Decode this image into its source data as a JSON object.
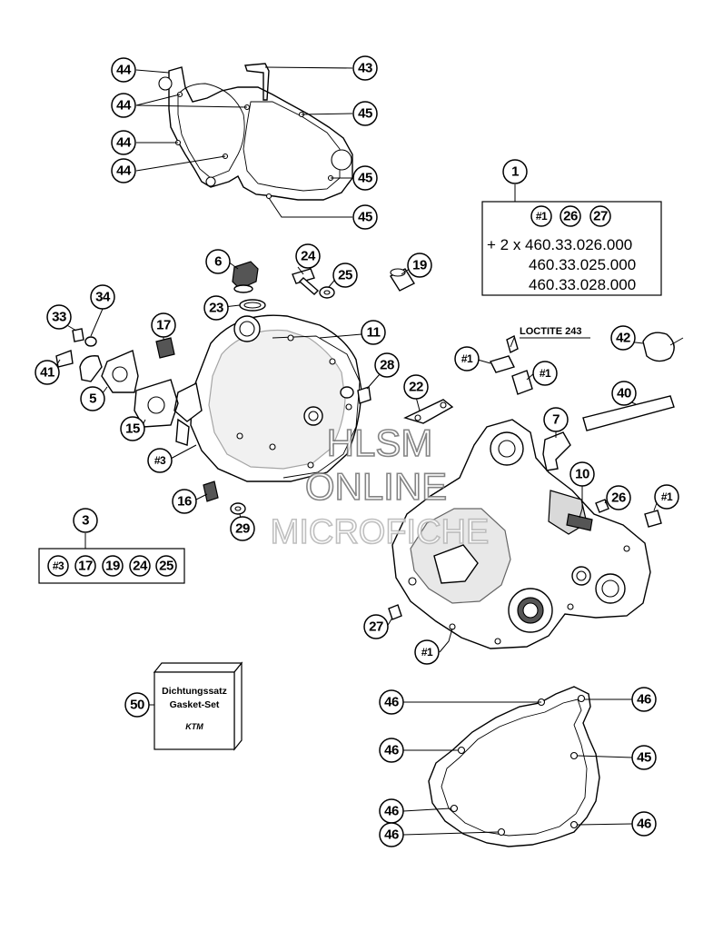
{
  "callouts": {
    "c44a": "44",
    "c44b": "44",
    "c44c": "44",
    "c44d": "44",
    "c43": "43",
    "c45a": "45",
    "c45b": "45",
    "c45c": "45",
    "c1": "1",
    "c6": "6",
    "c24": "24",
    "c25": "25",
    "c19": "19",
    "c23": "23",
    "c11": "11",
    "c34": "34",
    "c33": "33",
    "c17": "17",
    "c41": "41",
    "c5": "5",
    "c15": "15",
    "c28": "28",
    "c22": "22",
    "c3h": "#3",
    "c16": "16",
    "c29": "29",
    "c3": "3",
    "c1a": "#1",
    "c1b": "#1",
    "c42": "42",
    "c40": "40",
    "c7": "7",
    "c10": "10",
    "c26": "26",
    "c1c": "#1",
    "c27": "27",
    "c1d": "#1",
    "c50": "50",
    "c46a": "46",
    "c46b": "46",
    "c46c": "46",
    "c46d": "46",
    "c46e": "46",
    "c46f": "46",
    "c45d": "45"
  },
  "kit_box_1": {
    "refs": [
      "#1",
      "26",
      "27"
    ],
    "lines": [
      "+ 2 x 460.33.026.000",
      "460.33.025.000",
      "460.33.028.000"
    ]
  },
  "kit_box_3": {
    "refs": [
      "#3",
      "17",
      "19",
      "24",
      "25"
    ]
  },
  "loctite_label": "LOCTITE 243",
  "gasket_set": {
    "line1": "Dichtungssatz",
    "line2": "Gasket-Set",
    "brand": "KTM"
  },
  "watermark": {
    "line1": "HLSM",
    "line2": "ONLINE",
    "line3": "MICROFICHE"
  }
}
